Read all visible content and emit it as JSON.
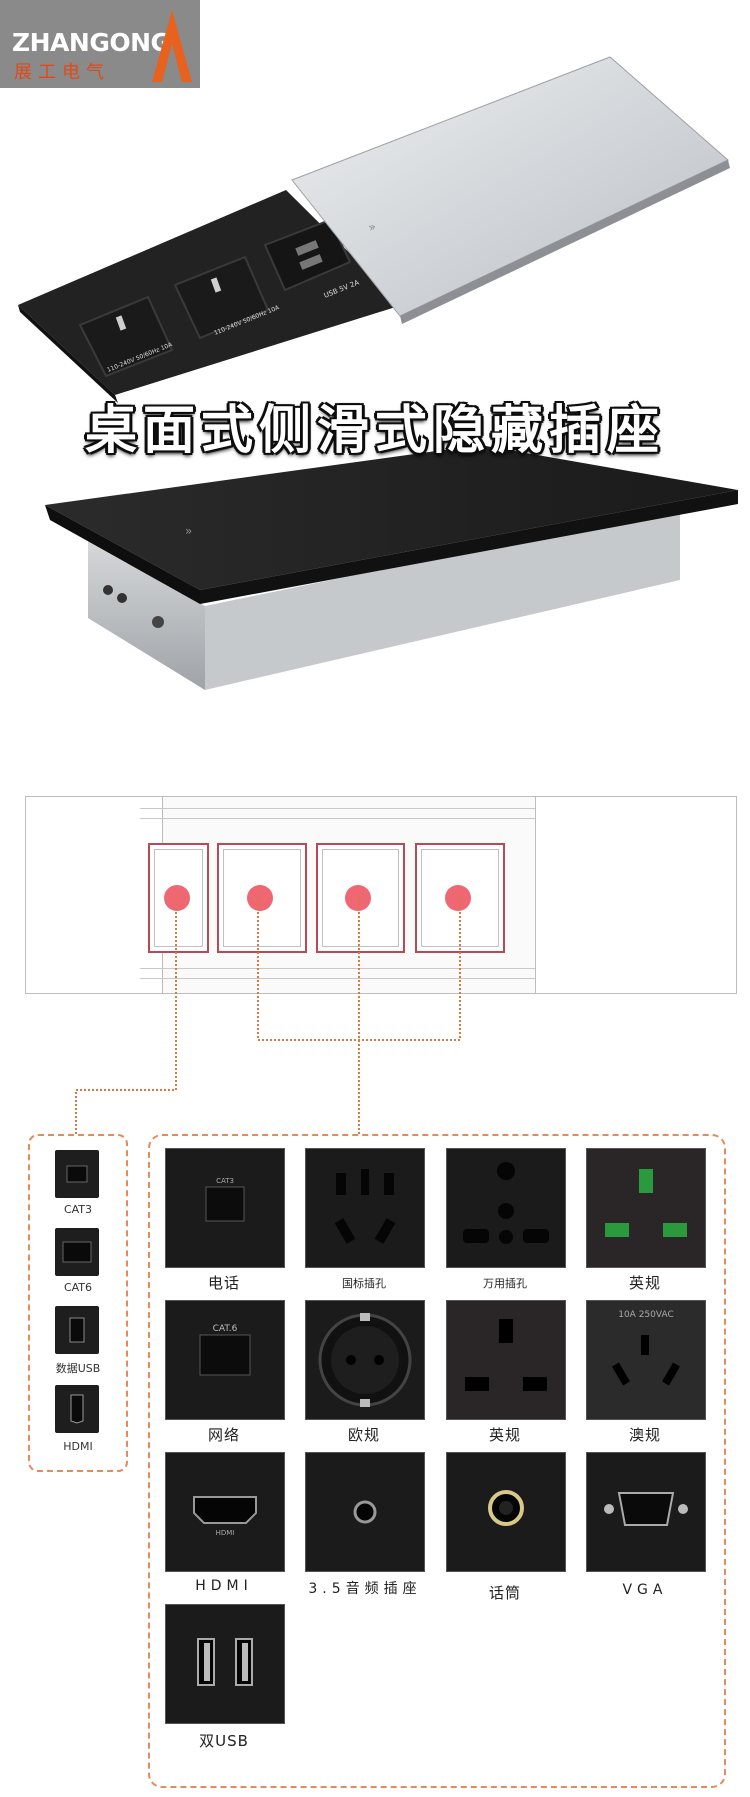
{
  "brand": {
    "latin": "ZHANGONG",
    "chinese": "展工电气",
    "accent_color": "#e8621f"
  },
  "hero": {
    "headline": "桌面式侧滑式隐藏插座",
    "socket_rating_1": "110-240V 50/60Hz 10A",
    "socket_rating_2": "110-240V 50/60Hz 10A",
    "usb_rating": "USB 5V 2A"
  },
  "diagram": {
    "colors": {
      "slot_border": "#b84a55",
      "marker": "#ee5a66",
      "connector": "#d87848"
    }
  },
  "small_options": [
    {
      "label": "CAT3",
      "icon": "rj11-port-icon"
    },
    {
      "label": "CAT6",
      "icon": "rj45-port-icon"
    },
    {
      "label": "数据USB",
      "icon": "usb-port-icon"
    },
    {
      "label": "HDMI",
      "icon": "hdmi-port-icon"
    }
  ],
  "modules": [
    {
      "label": "电话",
      "icon": "telephone-jack-icon",
      "tile_text": "CAT3"
    },
    {
      "label": "国标插孔",
      "icon": "cn-power-socket-icon"
    },
    {
      "label": "万用插孔",
      "icon": "universal-power-socket-icon"
    },
    {
      "label": "英规",
      "icon": "uk-power-socket-icon"
    },
    {
      "label": "网络",
      "icon": "network-jack-icon",
      "tile_text": "CAT.6"
    },
    {
      "label": "欧规",
      "icon": "eu-schuko-socket-icon"
    },
    {
      "label": "英规",
      "icon": "uk-power-socket-icon"
    },
    {
      "label": "澳规",
      "icon": "au-power-socket-icon",
      "tile_text": "10A 250VAC"
    },
    {
      "label": "HDMI",
      "icon": "hdmi-socket-icon",
      "tile_text": "HDMI"
    },
    {
      "label": "3.5音频插座",
      "icon": "audio-jack-icon"
    },
    {
      "label": "话筒",
      "icon": "microphone-jack-icon"
    },
    {
      "label": "VGA",
      "icon": "vga-port-icon"
    },
    {
      "label": "双USB",
      "icon": "dual-usb-port-icon"
    }
  ]
}
